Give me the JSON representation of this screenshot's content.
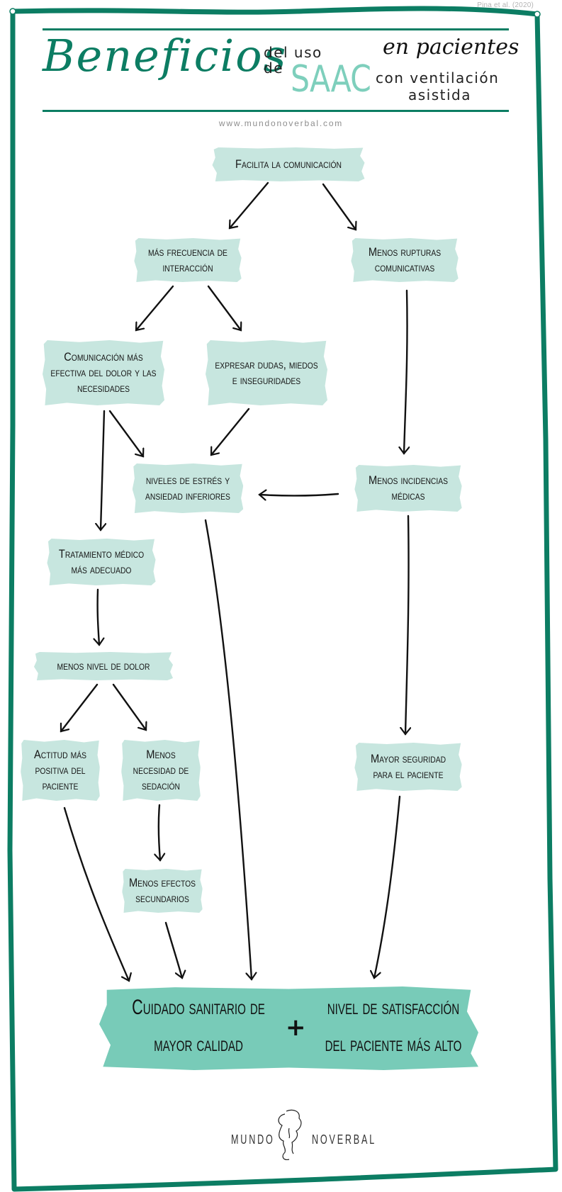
{
  "citation": "Pina et al. (2020)",
  "header": {
    "title_main": "Beneficios",
    "title_del_uso": "del uso",
    "title_de": "de",
    "title_saac": "SAAC",
    "title_en_pacientes": "en pacientes",
    "title_con_ventilacion": "con ventilación",
    "title_asistida": "asistida",
    "website": "www.mundonoverbal.com"
  },
  "colors": {
    "frame_green": "#0c7d63",
    "box_fill": "#c7e6df",
    "final_fill": "#78cbb8",
    "saac_accent": "#7ecfbc"
  },
  "nodes": {
    "facilita": "Facilita la comunicación",
    "mas_frecuencia": "más frecuencia de\ninteracción",
    "menos_rupturas": "Menos rupturas\ncomunicativas",
    "comunicacion_efectiva": "Comunicación más\nefectiva del dolor y las\nnecesidades",
    "expresar_dudas": "expresar dudas, miedos\ne inseguridades",
    "niveles_estres": "niveles de estrés y\nansiedad inferiores",
    "menos_incidencias": "Menos incidencias\nmédicas",
    "tratamiento": "Tratamiento médico\nmás adecuado",
    "menos_dolor": "menos nivel de dolor",
    "actitud": "Actitud más\npositiva del\npaciente",
    "menos_sedacion": "Menos\nnecesidad de\nsedación",
    "mayor_seguridad": "Mayor seguridad\npara el paciente",
    "menos_efectos": "Menos efectos\nsecundarios"
  },
  "result": {
    "left": "Cuidado sanitario de\nmayor calidad",
    "plus": "+",
    "right": "nivel de satisfacción\ndel paciente más alto"
  },
  "edges": [
    [
      "facilita",
      "mas_frecuencia"
    ],
    [
      "facilita",
      "menos_rupturas"
    ],
    [
      "mas_frecuencia",
      "comunicacion_efectiva"
    ],
    [
      "mas_frecuencia",
      "expresar_dudas"
    ],
    [
      "comunicacion_efectiva",
      "niveles_estres"
    ],
    [
      "expresar_dudas",
      "niveles_estres"
    ],
    [
      "menos_rupturas",
      "menos_incidencias"
    ],
    [
      "menos_incidencias",
      "niveles_estres"
    ],
    [
      "comunicacion_efectiva",
      "tratamiento"
    ],
    [
      "tratamiento",
      "menos_dolor"
    ],
    [
      "menos_dolor",
      "actitud"
    ],
    [
      "menos_dolor",
      "menos_sedacion"
    ],
    [
      "menos_sedacion",
      "menos_efectos"
    ],
    [
      "menos_incidencias",
      "mayor_seguridad"
    ],
    [
      "actitud",
      "result"
    ],
    [
      "menos_efectos",
      "result"
    ],
    [
      "niveles_estres",
      "result"
    ],
    [
      "mayor_seguridad",
      "result"
    ]
  ],
  "logo": {
    "left": "MUNDO",
    "right": "NOVERBAL",
    "icon": "line-art-faces-icon"
  }
}
